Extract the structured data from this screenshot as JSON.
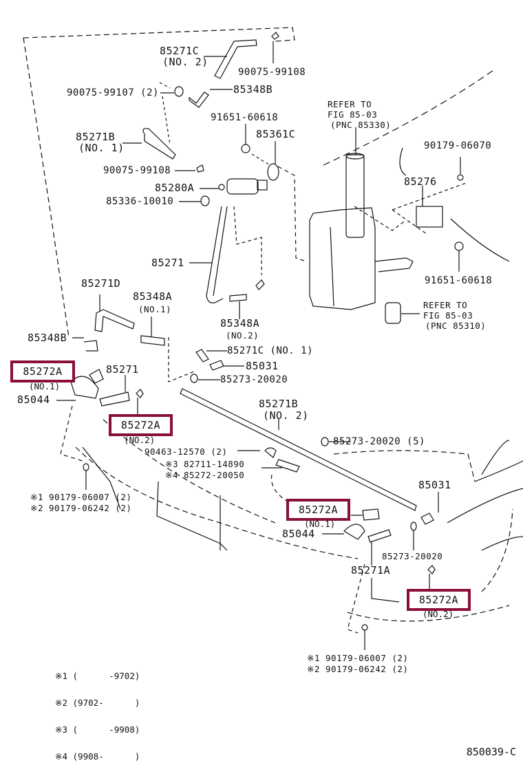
{
  "diagram": {
    "figure_number": "850039-C",
    "highlight_color": "#8a0f3a",
    "labels": {
      "p85271C_no2": {
        "part": "85271C",
        "sub": "(NO. 2)"
      },
      "p90075_99108_top": "90075-99108",
      "p90075_99107": "90075-99107 (2)",
      "p85348B_top": "85348B",
      "p91651_60618_top": "91651-60618",
      "p85361C": "85361C",
      "p85271B_no1": {
        "part": "85271B",
        "sub": "(NO. 1)"
      },
      "p90075_99108_mid": "90075-99108",
      "p85280A": "85280A",
      "p85336_10010": "85336-10010",
      "refer_tank": {
        "line1": "REFER TO",
        "line2": "FIG 85-03",
        "line3": "(PNC 85330)"
      },
      "p90179_06070": "90179-06070",
      "p85276": "85276",
      "p91651_60618_right": "91651-60618",
      "refer_pump": {
        "line1": "REFER TO",
        "line2": "FIG 85-03",
        "line3": "(PNC 85310)"
      },
      "p85271": "85271",
      "p85271D": "85271D",
      "p85348A_no1": {
        "part": "85348A",
        "sub": "(NO.1)"
      },
      "p85348A_no2": {
        "part": "85348A",
        "sub": "(NO.2)"
      },
      "p85348B_left": "85348B",
      "p85271C_no1": "85271C (NO. 1)",
      "p85031_left": "85031",
      "p85273_20020_left": "85273-20020",
      "p85271_left": "85271",
      "p85044_left": "85044",
      "p85271B_no2": {
        "part": "85271B",
        "sub": "(NO. 2)"
      },
      "p85273_20020_5": "85273-20020 (5)",
      "p90463_12570": "90463-12570 (2)",
      "p82711_14890": "※3 82711-14890",
      "p85272_20050": "※4 85272-20050",
      "p90179_06007_left": "※1 90179-06007 (2)",
      "p90179_06242_left": "※2 90179-06242 (2)",
      "p85031_right": "85031",
      "p85044_right": "85044",
      "p85273_20020_right": "85273-20020",
      "p85271A": "85271A",
      "p90179_06007_right": "※1 90179-06007 (2)",
      "p90179_06242_right": "※2 90179-06242 (2)"
    },
    "highlighted": [
      {
        "part": "85272A",
        "sub": "(NO.1)"
      },
      {
        "part": "85272A",
        "sub": "(NO.2)"
      },
      {
        "part": "85272A",
        "sub": "(NO.1)"
      },
      {
        "part": "85272A",
        "sub": "(NO.2)"
      }
    ],
    "legend": [
      {
        "mark": "※1",
        "range": "(      -9702)"
      },
      {
        "mark": "※2",
        "range": "(9702-      )"
      },
      {
        "mark": "※3",
        "range": "(      -9908)"
      },
      {
        "mark": "※4",
        "range": "(9908-      )"
      }
    ]
  }
}
